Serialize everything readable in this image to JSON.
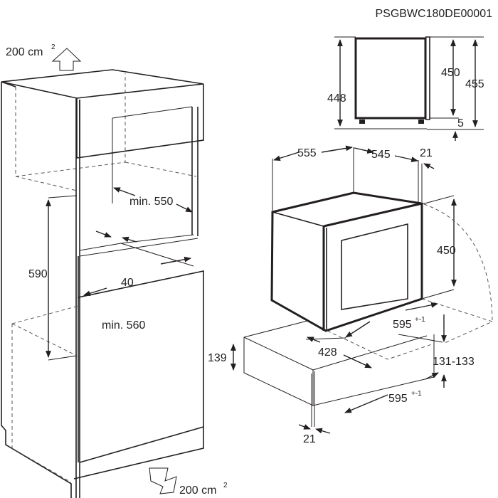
{
  "drawing_code": "PSGBWC180DE00001",
  "cabinet": {
    "ventilation_top": {
      "value": "200 cm",
      "sup": "2"
    },
    "ventilation_bottom": {
      "value": "200 cm",
      "sup": "2"
    },
    "min_depth": "min. 550",
    "min_width": "min. 560",
    "niche_height": "590",
    "gap": "40"
  },
  "side_view": {
    "height_448": "448",
    "height_450": "450",
    "height_455": "455",
    "feet": "5"
  },
  "appliance": {
    "depth_555": "555",
    "depth_545": "545",
    "door_21_top": "21",
    "height_450": "450",
    "width_595_top": {
      "value": "595",
      "sup": "+-1"
    },
    "inner_428": "428",
    "gap_131_133": "131-133",
    "width_595_bottom": {
      "value": "595",
      "sup": "+-1"
    },
    "door_21_bottom": "21",
    "plinth_139": "139"
  }
}
